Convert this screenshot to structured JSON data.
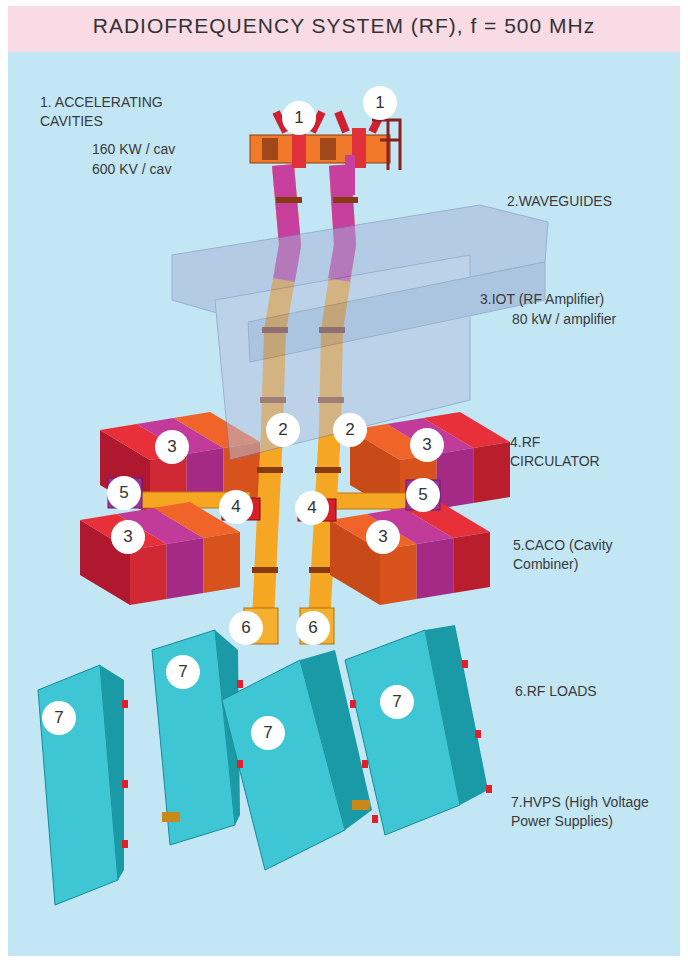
{
  "diagram": {
    "title": "RADIOFREQUENCY SYSTEM (RF), f = 500 MHz",
    "nodes": [
      {
        "text": [
          "1"
        ]
      },
      {
        "text": [
          "1"
        ]
      },
      {
        "text": [
          "2"
        ]
      },
      {
        "text": [
          "2"
        ]
      },
      {
        "text": [
          "3"
        ]
      },
      {
        "text": [
          "3"
        ]
      },
      {
        "text": [
          "5"
        ]
      },
      {
        "text": [
          "5"
        ]
      },
      {
        "text": [
          "4"
        ]
      },
      {
        "text": [
          "4"
        ]
      },
      {
        "text": [
          "3"
        ]
      },
      {
        "text": [
          "3"
        ]
      },
      {
        "text": [
          "6"
        ]
      },
      {
        "text": [
          "6"
        ]
      },
      {
        "text": [
          "7"
        ]
      },
      {
        "text": [
          "7"
        ]
      },
      {
        "text": [
          "7"
        ]
      },
      {
        "text": [
          "7"
        ]
      }
    ],
    "labels": [
      "1. ACCELERATING CAVITIES",
      "160 KW / cav",
      "600 KV / cav",
      "2.WAVEGUIDES",
      "3.IOT (RF Amplifier)",
      "80 kW / amplifier",
      "4.RF CIRCULATOR",
      "5.CACO (Cavity Combiner)",
      "6.RF LOADS",
      "7.HVPS (High Voltage Power Supplies)"
    ]
  }
}
